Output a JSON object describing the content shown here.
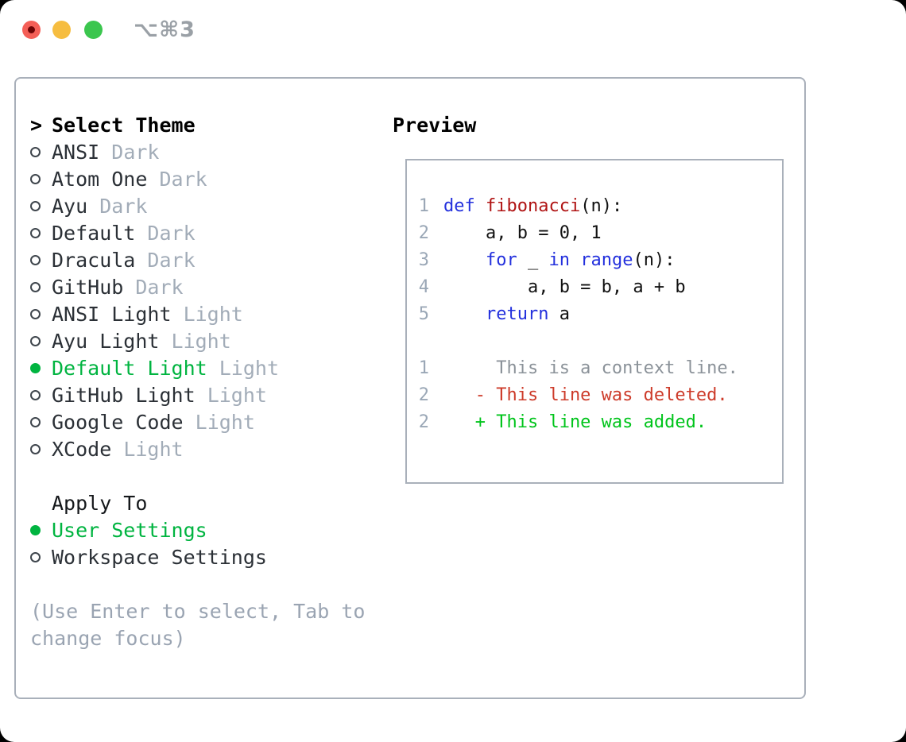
{
  "titlebar": {
    "shortcut": "⌥⌘3"
  },
  "colors": {
    "accent_green": "#00b440",
    "keyword_blue": "#2330dd",
    "function_red": "#b01414",
    "deleted_red": "#cd3b2a",
    "added_green": "#00c41b",
    "muted_gray": "#a2acb8",
    "context_gray": "#8b9299",
    "border_gray": "#a9b0ba",
    "traffic_red": "#f45f57",
    "traffic_yellow": "#f6bd40",
    "traffic_green": "#3bc64e"
  },
  "theme_list": {
    "prompt": ">",
    "title": "Select Theme",
    "themes": [
      {
        "name": "ANSI",
        "variant": "Dark",
        "selected": false
      },
      {
        "name": "Atom One",
        "variant": "Dark",
        "selected": false
      },
      {
        "name": "Ayu",
        "variant": "Dark",
        "selected": false
      },
      {
        "name": "Default",
        "variant": "Dark",
        "selected": false
      },
      {
        "name": "Dracula",
        "variant": "Dark",
        "selected": false
      },
      {
        "name": "GitHub",
        "variant": "Dark",
        "selected": false
      },
      {
        "name": "ANSI Light",
        "variant": "Light",
        "selected": false
      },
      {
        "name": "Ayu Light",
        "variant": "Light",
        "selected": false
      },
      {
        "name": "Default Light",
        "variant": "Light",
        "selected": true
      },
      {
        "name": "GitHub Light",
        "variant": "Light",
        "selected": false
      },
      {
        "name": "Google Code",
        "variant": "Light",
        "selected": false
      },
      {
        "name": "XCode",
        "variant": "Light",
        "selected": false
      }
    ]
  },
  "apply_to": {
    "title": "Apply To",
    "options": [
      {
        "label": "User Settings",
        "selected": true
      },
      {
        "label": "Workspace Settings",
        "selected": false
      }
    ]
  },
  "help_lines": [
    "(Use Enter to select, Tab to",
    "change focus)"
  ],
  "preview": {
    "title": "Preview",
    "code_lines": [
      {
        "num": "1",
        "segments": [
          {
            "t": "def",
            "c": "kw"
          },
          {
            "t": " ",
            "c": "pl"
          },
          {
            "t": "fibonacci",
            "c": "fn"
          },
          {
            "t": "(n):",
            "c": "pl"
          }
        ]
      },
      {
        "num": "2",
        "segments": [
          {
            "t": "    a, b = 0, 1",
            "c": "pl"
          }
        ]
      },
      {
        "num": "3",
        "segments": [
          {
            "t": "    ",
            "c": "pl"
          },
          {
            "t": "for",
            "c": "kw"
          },
          {
            "t": " _ ",
            "c": "pl"
          },
          {
            "t": "in",
            "c": "kw"
          },
          {
            "t": " ",
            "c": "pl"
          },
          {
            "t": "range",
            "c": "kw"
          },
          {
            "t": "(n):",
            "c": "pl"
          }
        ]
      },
      {
        "num": "4",
        "segments": [
          {
            "t": "        a, b = b, a + b",
            "c": "pl"
          }
        ]
      },
      {
        "num": "5",
        "segments": [
          {
            "t": "    ",
            "c": "pl"
          },
          {
            "t": "return",
            "c": "kw"
          },
          {
            "t": " a",
            "c": "pl"
          }
        ]
      },
      {
        "num": "",
        "segments": []
      },
      {
        "num": "1",
        "segments": [
          {
            "t": "     This is a context line.",
            "c": "ctx"
          }
        ]
      },
      {
        "num": "2",
        "segments": [
          {
            "t": "   - This line was deleted.",
            "c": "del"
          }
        ]
      },
      {
        "num": "2",
        "segments": [
          {
            "t": "   + This line was added.",
            "c": "add"
          }
        ]
      }
    ]
  }
}
